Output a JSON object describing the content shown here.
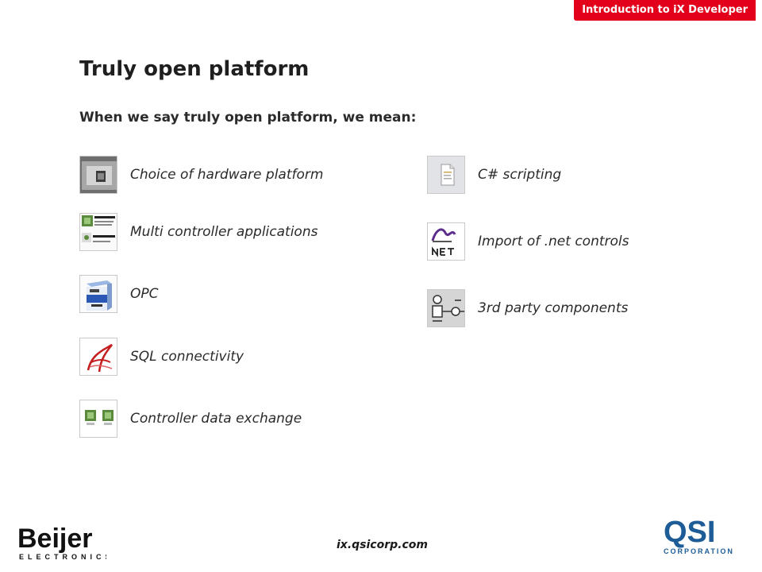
{
  "header": {
    "tag": "Introduction to iX Developer"
  },
  "slide": {
    "title": "Truly open platform",
    "subtitle": "When we say truly open platform, we mean:"
  },
  "features_left": [
    {
      "label": "Choice of hardware platform",
      "icon": "hardware-panel-icon"
    },
    {
      "label": "Multi controller applications",
      "icon": "controller-chooser-icon"
    },
    {
      "label": "OPC",
      "icon": "opc-box-icon"
    },
    {
      "label": "SQL connectivity",
      "icon": "sql-server-icon"
    },
    {
      "label": "Controller data exchange",
      "icon": "controller-exchange-icon"
    }
  ],
  "features_right": [
    {
      "label": "C# scripting",
      "icon": "script-document-icon"
    },
    {
      "label": "Import of .net controls",
      "icon": "microsoft-net-icon"
    },
    {
      "label": "3rd party components",
      "icon": "component-diagram-icon"
    }
  ],
  "footer": {
    "url": "ix.qsicorp.com",
    "left_logo_text": "Beijer",
    "left_logo_sub": "ELECTRONICS",
    "right_logo_text": "QSI",
    "right_logo_sub": "CORPORATION"
  },
  "colors": {
    "accent": "#e2001a",
    "qsi_blue": "#1d5c96"
  }
}
